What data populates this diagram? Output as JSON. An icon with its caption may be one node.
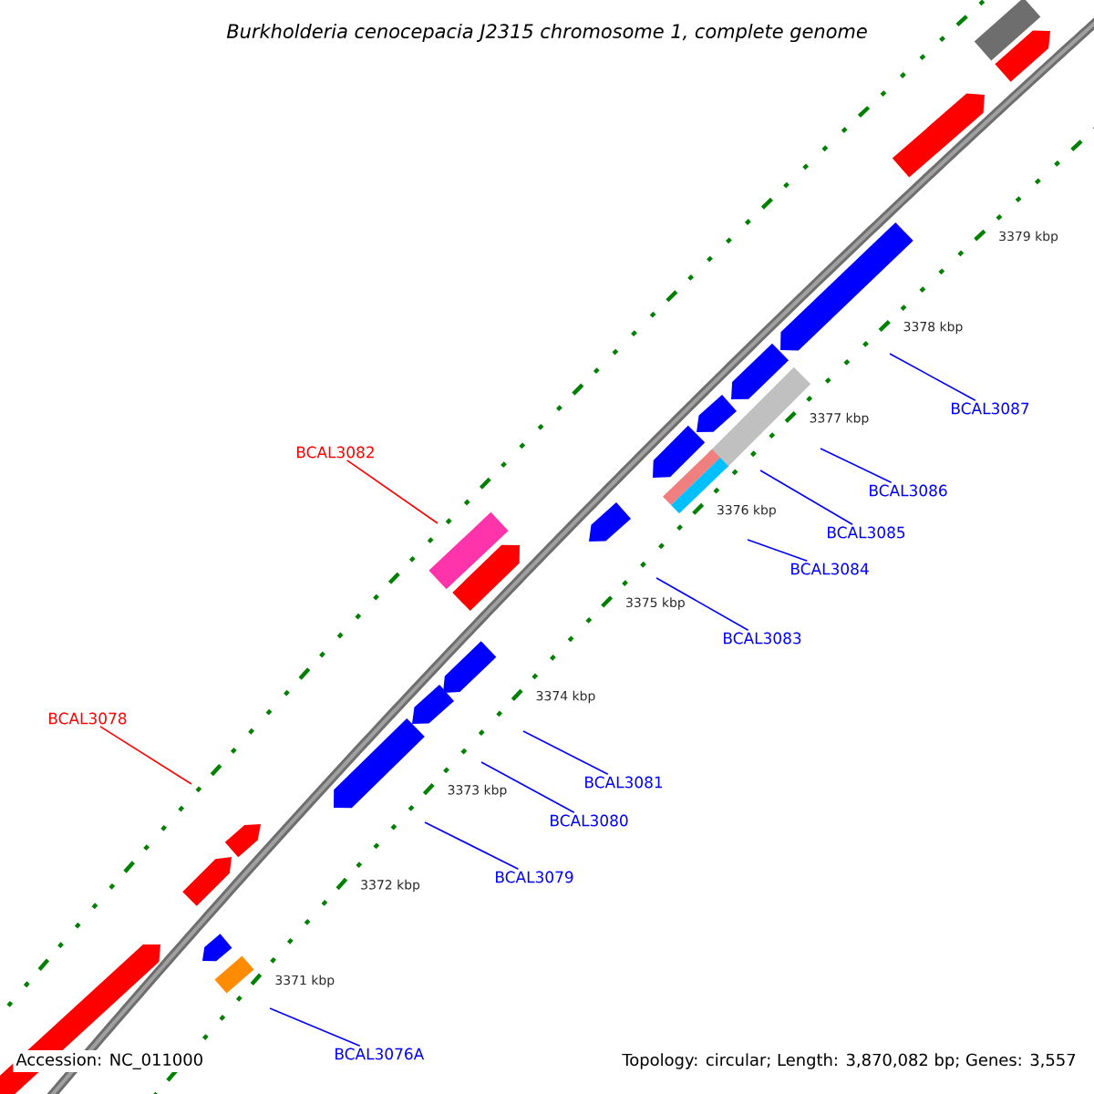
{
  "diagram": {
    "title": "Burkholderia cenocepacia J2315 chromosome 1, complete genome",
    "nodes": [
      {
        "text": [
          "BCAL3082"
        ]
      },
      {
        "text": [
          "BCAL3078"
        ]
      },
      {
        "text": [
          "BCAL3087"
        ]
      },
      {
        "text": [
          "BCAL3086"
        ]
      },
      {
        "text": [
          "BCAL3085"
        ]
      },
      {
        "text": [
          "BCAL3084"
        ]
      },
      {
        "text": [
          "BCAL3083"
        ]
      },
      {
        "text": [
          "BCAL3081"
        ]
      },
      {
        "text": [
          "BCAL3080"
        ]
      },
      {
        "text": [
          "BCAL3079"
        ]
      },
      {
        "text": [
          "BCAL3076A"
        ]
      }
    ],
    "edges": [
      {
        "from": 0,
        "to": null,
        "arrow": "none",
        "color": "#ff0000"
      },
      {
        "from": 1,
        "to": null,
        "arrow": "none",
        "color": "#ff0000"
      },
      {
        "from": 2,
        "to": null,
        "arrow": "none"
      },
      {
        "from": 3,
        "to": null,
        "arrow": "none"
      },
      {
        "from": 4,
        "to": null,
        "arrow": "none"
      },
      {
        "from": 5,
        "to": null,
        "arrow": "none"
      },
      {
        "from": 6,
        "to": null,
        "arrow": "none"
      },
      {
        "from": 7,
        "to": null,
        "arrow": "none"
      },
      {
        "from": 8,
        "to": null,
        "arrow": "none"
      },
      {
        "from": 9,
        "to": null,
        "arrow": "none"
      },
      {
        "from": 10,
        "to": null,
        "arrow": "none"
      }
    ],
    "labels": [
      "3379 kbp",
      "3378 kbp",
      "3377 kbp",
      "3376 kbp",
      "3375 kbp",
      "3374 kbp",
      "3373 kbp",
      "3372 kbp",
      "3371 kbp",
      "Accession: NC_011000",
      "Topology: circular; Length: 3,870,082 bp; Genes: 3,557"
    ]
  }
}
